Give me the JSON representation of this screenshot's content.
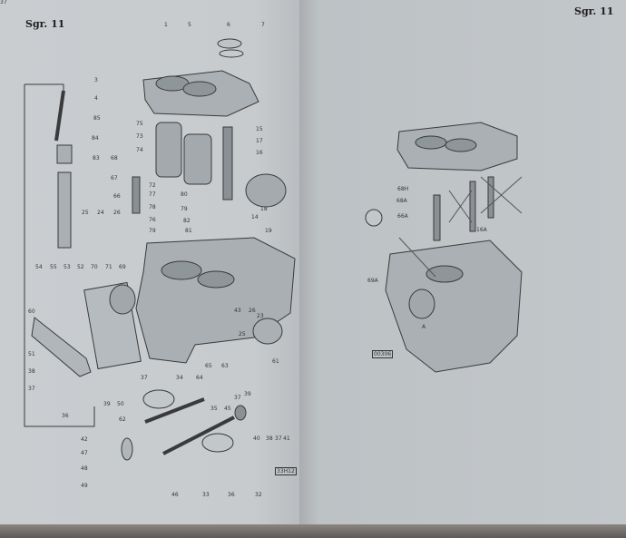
{
  "left_page": {
    "header": "Sgr. 11",
    "figure_code": "33H12",
    "part_numbers": [
      "1",
      "5",
      "6",
      "7",
      "3",
      "4",
      "85",
      "84",
      "83",
      "75",
      "73",
      "74",
      "72",
      "68",
      "67",
      "66",
      "77",
      "78",
      "76",
      "79",
      "80",
      "79",
      "82",
      "81",
      "15",
      "17",
      "16",
      "18",
      "14",
      "19",
      "25",
      "24",
      "26",
      "54",
      "55",
      "53",
      "52",
      "70",
      "71",
      "69",
      "60",
      "51",
      "38",
      "37",
      "36",
      "39",
      "50",
      "37",
      "34",
      "64",
      "65",
      "63",
      "62",
      "35",
      "45",
      "37",
      "39",
      "40",
      "38",
      "37",
      "41",
      "42",
      "47",
      "48",
      "49",
      "46",
      "33",
      "36",
      "32",
      "43",
      "26",
      "23",
      "25",
      "61",
      "37"
    ]
  },
  "right_page": {
    "header": "Sgr. 11",
    "figure_code": "00306",
    "part_numbers": [
      "68H",
      "68A",
      "66A",
      "16A",
      "69A",
      "A"
    ]
  }
}
